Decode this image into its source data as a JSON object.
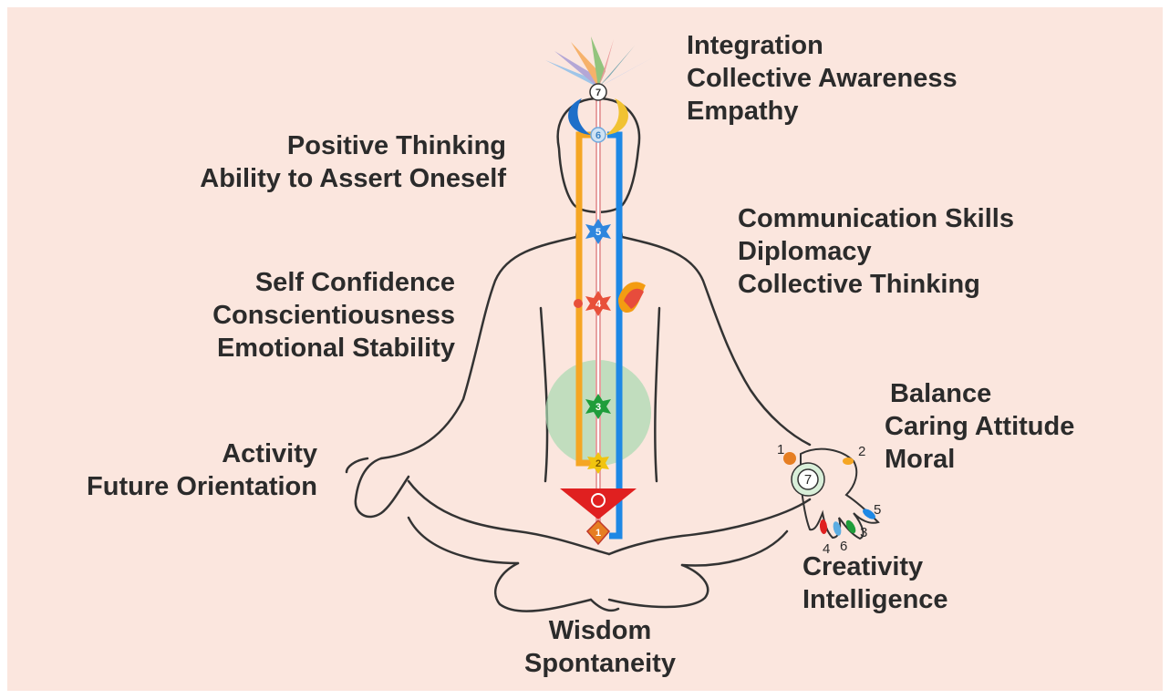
{
  "labels": {
    "crown": [
      "Integration",
      "Collective Awareness",
      "Empathy"
    ],
    "left_channel": [
      "Positive Thinking",
      "Ability to Assert Oneself"
    ],
    "throat": [
      "Communication Skills",
      "Diplomacy",
      "Collective Thinking"
    ],
    "heart": [
      "Self Confidence",
      "Conscientiousness",
      "Emotional Stability"
    ],
    "hand": [
      "Balance",
      "Caring Attitude",
      "Moral"
    ],
    "sacral": [
      "Activity",
      "Future Orientation"
    ],
    "fingers": [
      "Creativity",
      "Intelligence"
    ],
    "root": [
      "Wisdom",
      "Spontaneity"
    ]
  },
  "chakras": [
    "1",
    "2",
    "3",
    "4",
    "5",
    "6",
    "7"
  ],
  "hand_numbers": [
    "1",
    "2",
    "3",
    "4",
    "5",
    "6",
    "7"
  ],
  "colors": {
    "background": "#fbe6de",
    "left_channel": "#f5a623",
    "right_channel": "#1e88e5",
    "central_channel": "#e8a0a0",
    "heart_circle": "#a8d8b0",
    "text": "#2b2b2b"
  }
}
